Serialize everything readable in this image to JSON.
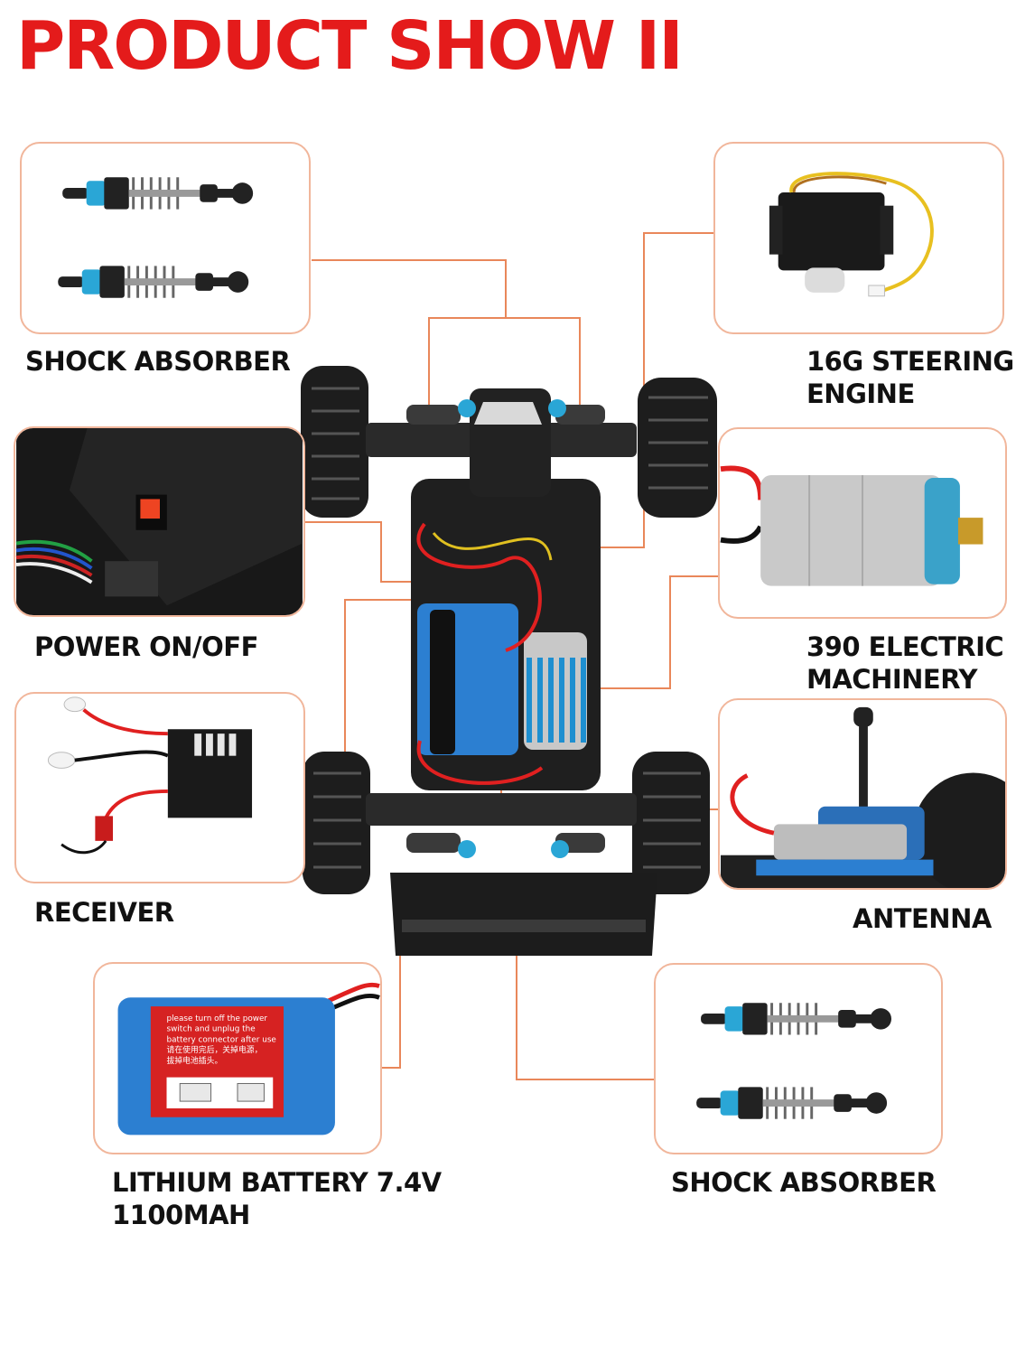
{
  "title": "PRODUCT SHOW  II",
  "parts": {
    "shock_top": {
      "label": "SHOCK ABSORBER"
    },
    "steering": {
      "label_line1": "16G STEERING",
      "label_line2": "ENGINE"
    },
    "power": {
      "label": "POWER ON/OFF"
    },
    "motor": {
      "label_line1": "390 ELECTRIC",
      "label_line2": "MACHINERY"
    },
    "receiver": {
      "label": "RECEIVER"
    },
    "antenna": {
      "label": "ANTENNA"
    },
    "battery": {
      "label_line1": "LITHIUM BATTERY 7.4V",
      "label_line2": "1100MAH",
      "sticker_text": [
        "please turn off the power",
        "switch and unplug the",
        "battery connector after use",
        "请在使用完后，关掉电源，",
        "拔掉电池插头。"
      ]
    },
    "shock_bottom": {
      "label": "SHOCK ABSORBER"
    }
  },
  "colors": {
    "title": "#e41b1b",
    "leader_line": "#e9875a",
    "box_border": "#f1b69b",
    "shock_blue": "#2aa6d6",
    "battery_blue": "#2c7fd1"
  }
}
